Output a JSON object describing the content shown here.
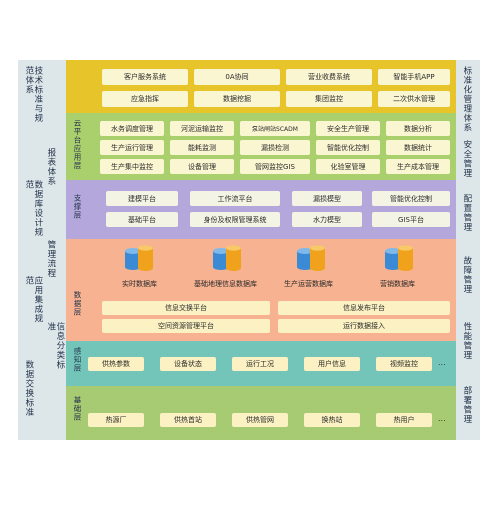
{
  "left_labels": [
    "技术标准与规范体系",
    "报表体系",
    "数据库设计规范",
    "管理流程",
    "应用集成规范",
    "信息分类标准",
    "数据交换标准"
  ],
  "right_labels": [
    "标准化管理体系",
    "安全管理",
    "配置管理",
    "故障管理",
    "性能管理",
    "部署管理"
  ],
  "layers": {
    "top": {
      "boxes": [
        "客户服务系统",
        "0A协同",
        "营业收费系统",
        "智能手机APP",
        "应急指挥",
        "数据挖掘",
        "集团监控",
        "二次供水管理"
      ]
    },
    "cloud": {
      "label": "云平台应用层",
      "boxes": [
        "水务调度管理",
        "河泥运输监控",
        "泵站闸站SCADM",
        "安全生产管理",
        "数据分析",
        "生产运行管理",
        "能耗监测",
        "漏损检测",
        "智能优化控制",
        "数据统计",
        "生产集中监控",
        "设备管理",
        "管网监控GIS",
        "化验室管理",
        "生产成本管理"
      ]
    },
    "support": {
      "label": "支撑层",
      "boxes": [
        "建模平台",
        "工作流平台",
        "漏损模型",
        "管能优化控制",
        "基础平台",
        "身份及权限管理系统",
        "水力模型",
        "GIS平台"
      ]
    },
    "data": {
      "label": "数据层",
      "dbs": [
        "实时数据库",
        "基础地理信息数据库",
        "生产运营数据库",
        "营销数据库"
      ],
      "boxes": [
        "信息交换平台",
        "信息发布平台",
        "空间资源管理平台",
        "运行数据接入"
      ]
    },
    "sensing": {
      "label": "感知层",
      "boxes": [
        "供热参数",
        "设备状态",
        "运行工况",
        "用户信息",
        "视频监控"
      ],
      "more": "..."
    },
    "base": {
      "label": "基础层",
      "boxes": [
        "热源厂",
        "供热首站",
        "供热管网",
        "换热站",
        "热用户"
      ],
      "more": "..."
    }
  },
  "colors": {
    "top": "#e7c52a",
    "cloud": "#a9d06c",
    "support": "#b3a7dc",
    "data": "#f7b291",
    "sensing": "#73c5b9",
    "base": "#a6cb72",
    "side": "#dde7ea"
  }
}
